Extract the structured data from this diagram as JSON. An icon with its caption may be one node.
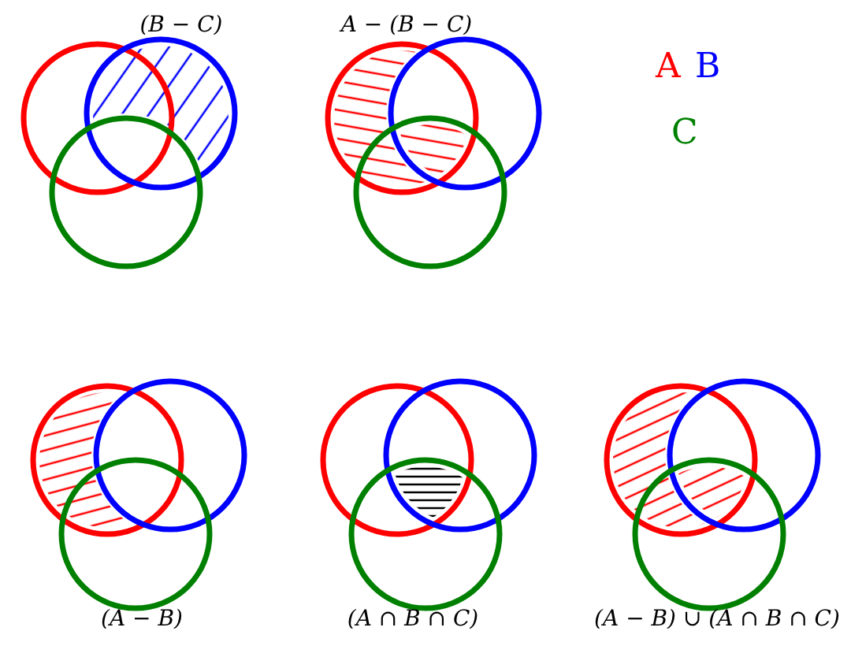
{
  "diagram": {
    "labels": [
      "(B − C)",
      "A − (B − C)",
      "(A − B)",
      "(A ∩ B ∩ C)",
      "(A − B) ∪ (A ∩ B ∩ C)"
    ],
    "legend": [
      {
        "text": "A",
        "color": "#ff0000"
      },
      {
        "text": "B",
        "color": "#0000ff"
      },
      {
        "text": "C",
        "color": "#008000"
      }
    ]
  }
}
